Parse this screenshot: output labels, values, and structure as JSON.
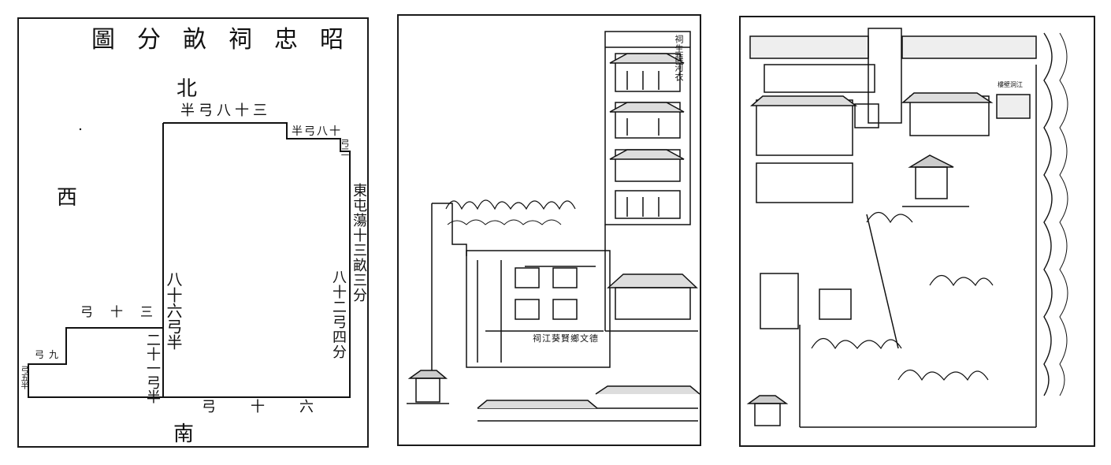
{
  "plan": {
    "title": "圖分畝祠忠昭",
    "north": "北",
    "south": "南",
    "west": "西",
    "top_edge": "半弓八十三",
    "top_step": "半弓八十",
    "step_small": "弓三",
    "east_note": "東屯蕩十三畝三分",
    "east_dim": "八十二弓四分",
    "center_dim": "八十六弓半",
    "inner_step": "二十一弓半",
    "left_step": "弓十三",
    "left_low": "弓九",
    "left_edge": "弓五半",
    "south_edge": "弓十六"
  },
  "middle": {
    "top_label": "祠生薛河衣",
    "bottom_label": "祠江葵賢鄉文德"
  },
  "right": {
    "side_label": "樓壁洞江"
  }
}
